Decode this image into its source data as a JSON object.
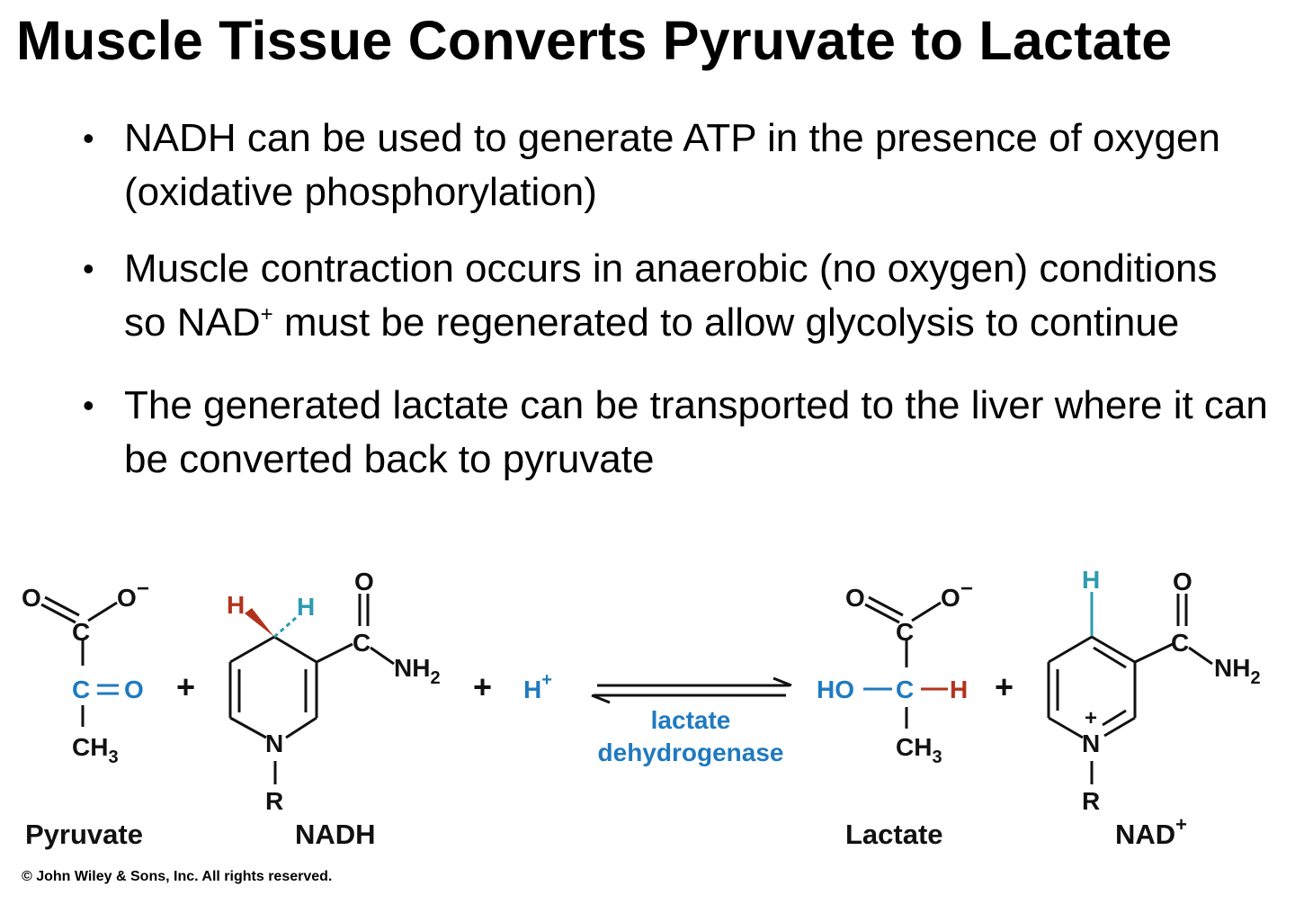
{
  "title": "Muscle Tissue Converts Pyruvate to Lactate",
  "bullets": [
    {
      "text": "NADH can be used to generate ATP in the presence of oxygen (oxidative phosphorylation)"
    },
    {
      "pre": "Muscle contraction occurs in anaerobic (no oxygen) conditions so NAD",
      "sup": "+",
      "post": " must be regenerated to allow glycolysis to continue"
    },
    {
      "text": "The generated lactate can be transported to the liver where it can be converted back to pyruvate"
    }
  ],
  "bullet_symbol": "•",
  "scheme": {
    "pyruvate": {
      "O1": "O",
      "O2": "O",
      "minus": "−",
      "C1": "C",
      "C2": "C",
      "O3": "O",
      "CH": "CH",
      "sub3": "3",
      "name": "Pyruvate"
    },
    "nadh": {
      "H_left": "H",
      "H_right": "H",
      "O": "O",
      "C": "C",
      "NH": "NH",
      "sub2": "2",
      "N": "N",
      "R": "R",
      "name": "NADH"
    },
    "plus_1": "+",
    "plus_2": "+",
    "proton": {
      "H": "H",
      "sup": "+"
    },
    "enzyme": {
      "line1": "lactate",
      "line2": "dehydrogenase"
    },
    "lactate": {
      "O1": "O",
      "O2": "O",
      "minus": "−",
      "C1": "C",
      "HO": "HO",
      "C2": "C",
      "H": "H",
      "CH": "CH",
      "sub3": "3",
      "name": "Lactate"
    },
    "plus_3": "+",
    "nad": {
      "H": "H",
      "O": "O",
      "C": "C",
      "NH": "NH",
      "sub2": "2",
      "N": "N",
      "charge": "+",
      "R": "R",
      "name": "NAD",
      "name_sup": "+"
    },
    "colors": {
      "blue": "#1f7ac0",
      "red": "#b3321d",
      "teal": "#2a9bb0",
      "black": "#111111"
    }
  },
  "copyright": "© John Wiley & Sons, Inc. All rights reserved."
}
